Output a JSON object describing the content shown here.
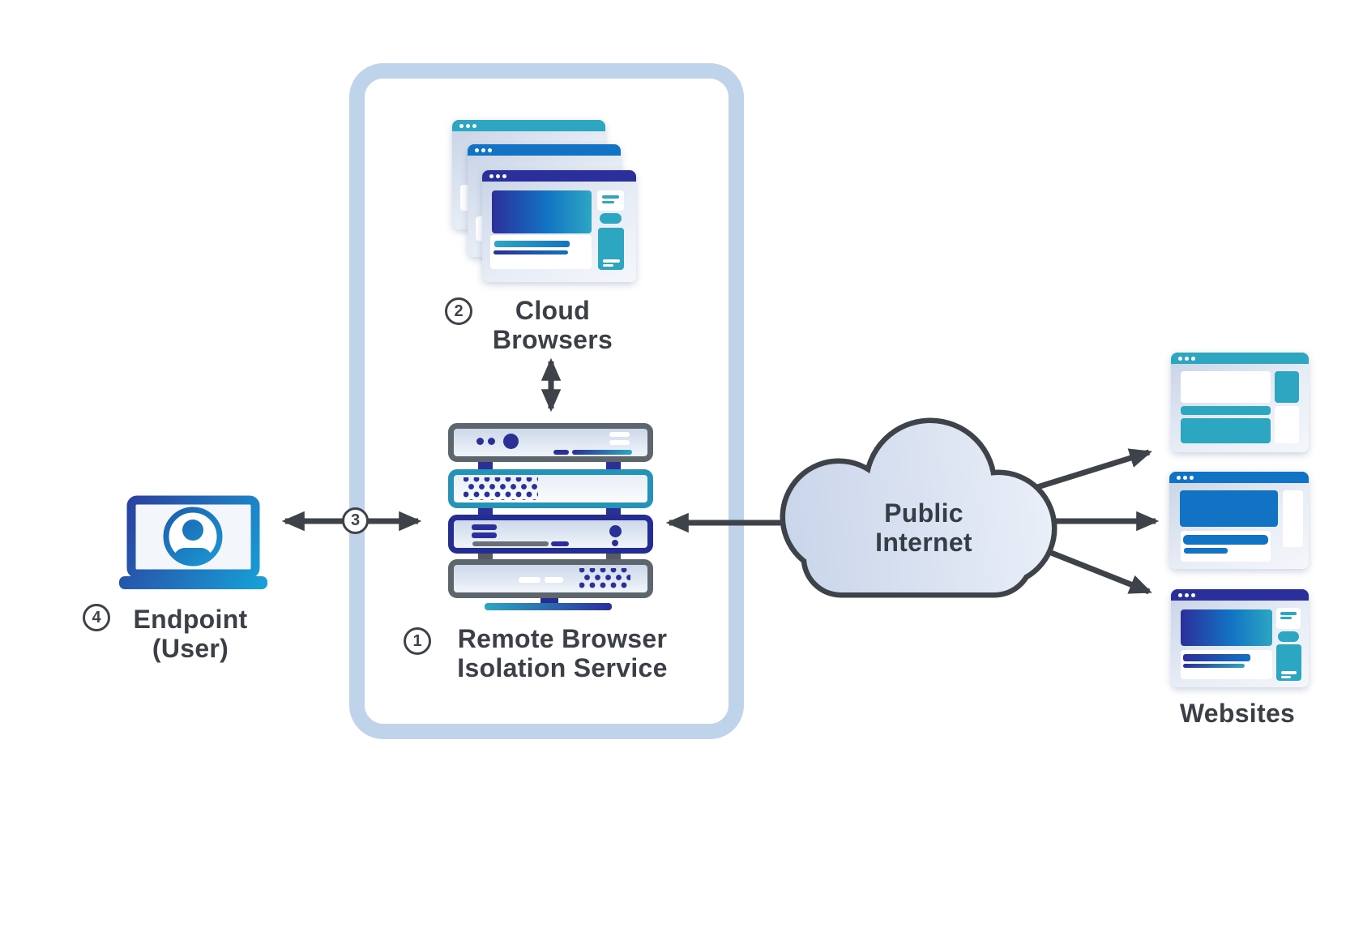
{
  "nodes": {
    "cloud_browsers": {
      "step": "2",
      "label": "Cloud Browsers"
    },
    "rbi_service": {
      "step": "1",
      "label": "Remote Browser Isolation Service"
    },
    "endpoint": {
      "step": "4",
      "label": "Endpoint (User)"
    },
    "public_internet": {
      "label": "Public Internet"
    },
    "websites": {
      "label": "Websites"
    }
  },
  "connections": {
    "endpoint_to_service": {
      "step": "3"
    }
  },
  "colors": {
    "teal": "#2da6c2",
    "blue": "#1273c4",
    "indigo": "#2b2f9b",
    "outline": "#3d4349",
    "container_border": "#bfd3ea",
    "label_text": "#3b4046",
    "cloud_fill_start": "#c9d5ea",
    "cloud_fill_end": "#eaeff8",
    "laptop_gradient_start": "#2b3f9e",
    "laptop_gradient_end": "#17a0d8"
  }
}
